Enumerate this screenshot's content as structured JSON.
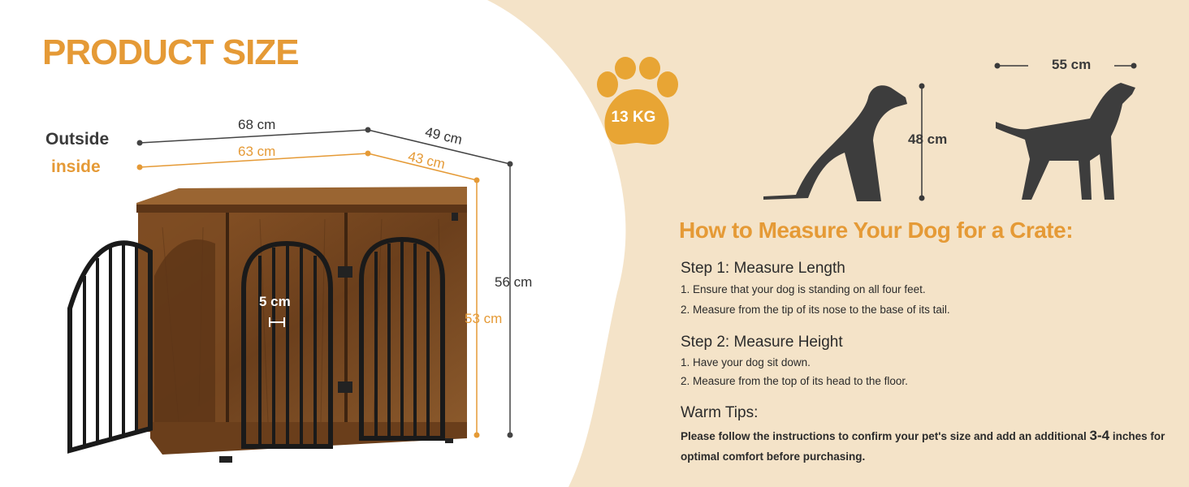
{
  "title": "PRODUCT SIZE",
  "legend": {
    "outside": "Outside",
    "inside": "inside"
  },
  "dimensions": {
    "outside_width": "68 cm",
    "inside_width": "63 cm",
    "outside_depth": "49 cm",
    "inside_depth": "43 cm",
    "outside_height": "56 cm",
    "inside_height": "53 cm",
    "bar_gap": "5 cm"
  },
  "weight": "13 KG",
  "dog": {
    "height": "48 cm",
    "length": "55 cm"
  },
  "guide": {
    "heading": "How to Measure Your Dog for a Crate:",
    "step1": {
      "title": "Step 1: Measure Length",
      "lines": [
        "1. Ensure that your dog is standing on all four feet.",
        "2. Measure from the tip of its nose to the base of its tail."
      ]
    },
    "step2": {
      "title": "Step 2: Measure Height",
      "lines": [
        "1. Have your dog sit down.",
        "2. Measure from the top of its head to the floor."
      ]
    },
    "tips_title": "Warm Tips:",
    "tips_part1": "Please follow the instructions to confirm your pet's size and add an additional ",
    "tips_highlight": "3-4",
    "tips_part2": " inches for optimal comfort before purchasing."
  },
  "colors": {
    "accent": "#e59a36",
    "cream": "#f4e3c8",
    "wood": "#7a4a22",
    "dark": "#3a3a3a"
  }
}
